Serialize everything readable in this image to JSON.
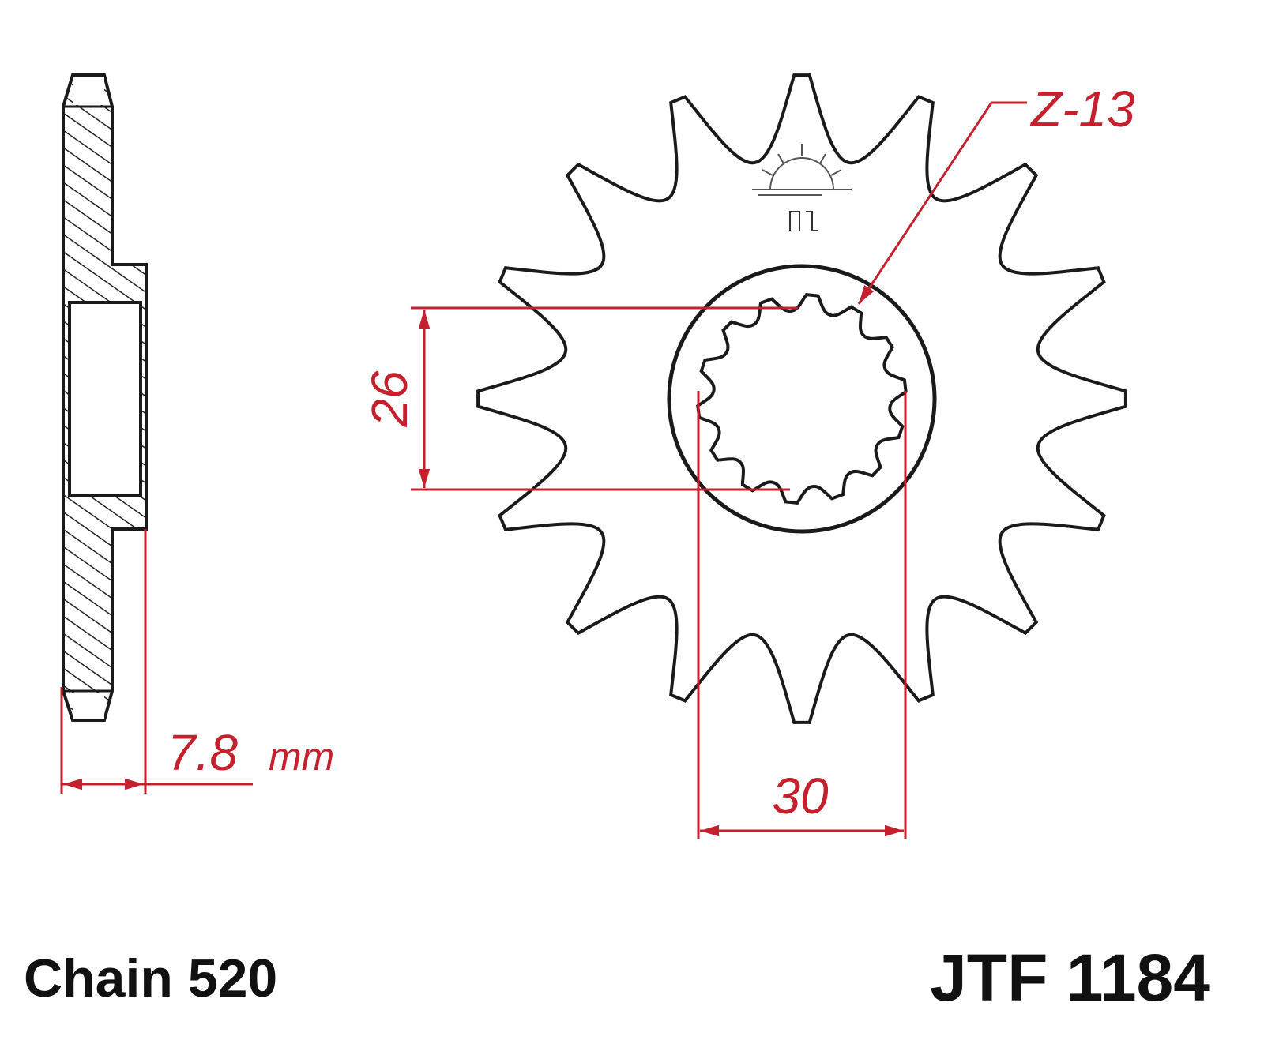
{
  "drawing": {
    "teeth_label": "Z-13",
    "inner_dim": "26",
    "outer_dim": "30",
    "thickness_value": "7.8",
    "thickness_unit": "mm"
  },
  "footer": {
    "chain": "Chain 520",
    "part_number": "JTF 1184"
  },
  "colors": {
    "dimension": "#c4202e",
    "outline": "#1a1a1a"
  }
}
